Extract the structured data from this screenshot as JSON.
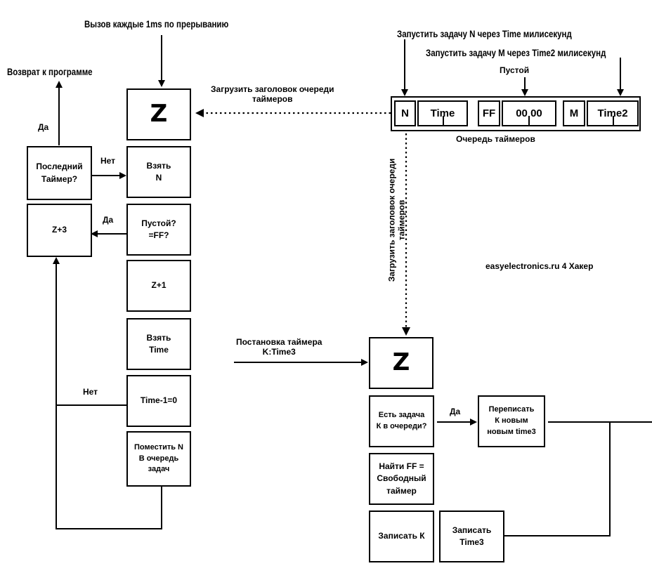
{
  "labels": {
    "interrupt_call": "Вызов каждые 1ms по прерыванию",
    "return_program": "Возврат к программе",
    "yes_top": "Да",
    "no_last": "Нет",
    "yes_empty": "Да",
    "no_time": "Нет",
    "load_header_h": "Загрузить заголовок очереди\nтаймеров",
    "load_header_v": "Загрузить заголовок очереди\nтаймеров",
    "start_n": "Запустить задачу N через Time милисекунд",
    "start_m": "Запустить задачу M через Time2 милисекунд",
    "empty_label": "Пустой",
    "queue_caption": "Очередь таймеров",
    "watermark": "easyelectronics.ru 4 Хакер",
    "set_timer": "Постановка таймера\nK:Time3",
    "yes_bottom": "Да"
  },
  "left_flow": {
    "z": "Z",
    "last_timer": "Последний\nТаймер?",
    "take_n": "Взять\nN",
    "z_plus_3": "Z+3",
    "empty_check": "Пустой?\n=FF?",
    "z_plus_1": "Z+1",
    "take_time": "Взять\nTime",
    "time_minus": "Time-1=0",
    "put_n": "Поместить N\nВ очередь\nзадач"
  },
  "queue": {
    "cells": [
      "N",
      "Time",
      "FF",
      "00 00",
      "M",
      "Time2"
    ]
  },
  "right_flow": {
    "z": "Z",
    "has_task": "Есть задача\nК в очереди?",
    "rewrite": "Переписать\nК новым\nновым time3",
    "find_ff": "Найти FF =\nСвободный\nтаймер",
    "write_k": "Записать К",
    "write_time3": "Записать\nTime3"
  }
}
